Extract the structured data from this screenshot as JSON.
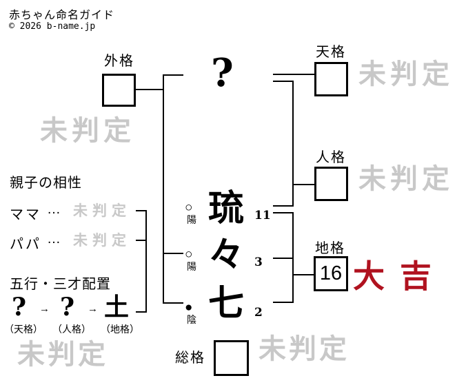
{
  "header": {
    "title": "赤ちゃん命名ガイド",
    "copyright": "© 2026 b-name.jp"
  },
  "kaku": {
    "gaikaku": {
      "label": "外格",
      "value": "",
      "status": "未判定"
    },
    "tenkaku": {
      "label": "天格",
      "value": "",
      "status": "未判定"
    },
    "jinkaku": {
      "label": "人格",
      "value": "",
      "status": "未判定"
    },
    "chikaku": {
      "label": "地格",
      "value": "16",
      "status": "大吉"
    },
    "soukaku": {
      "label": "総格",
      "value": "",
      "status": "未判定"
    }
  },
  "name": {
    "surname_char": "?",
    "given_chars": [
      {
        "char": "琉",
        "strokes": "11",
        "marker": "○",
        "polarity": "陽"
      },
      {
        "char": "々",
        "strokes": "3",
        "marker": "○",
        "polarity": "陽"
      },
      {
        "char": "七",
        "strokes": "2",
        "marker": "●",
        "polarity": "陰"
      }
    ]
  },
  "compatibility": {
    "heading": "親子の相性",
    "rows": [
      {
        "label": "ママ",
        "dots": "…",
        "status": "未判定"
      },
      {
        "label": "パパ",
        "dots": "…",
        "status": "未判定"
      }
    ]
  },
  "gogyou": {
    "heading": "五行・三才配置",
    "arrow": "→",
    "elements": [
      {
        "symbol": "?",
        "label": "（天格）"
      },
      {
        "symbol": "?",
        "label": "（人格）"
      },
      {
        "symbol": "土",
        "label": "（地格）"
      }
    ],
    "status": "未判定"
  },
  "colors": {
    "status_good_red": "#b0121f",
    "watermark_gray": "#c8c8c8",
    "line_black": "#000000"
  }
}
